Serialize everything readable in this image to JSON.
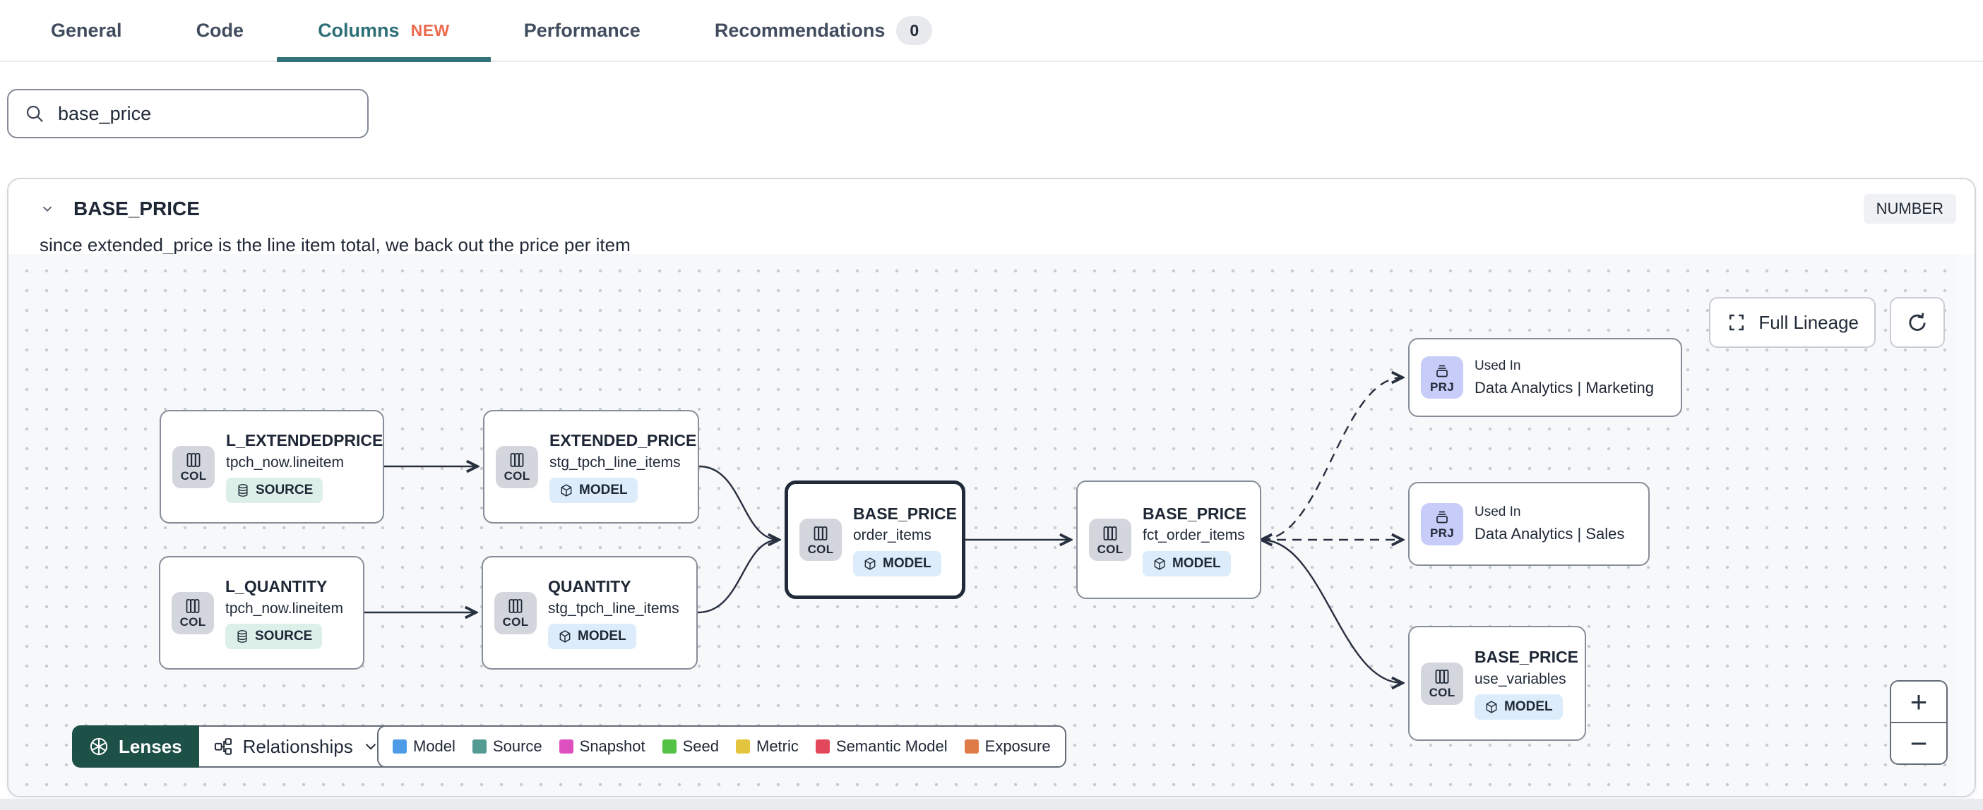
{
  "tabs": {
    "items": [
      {
        "label": "General"
      },
      {
        "label": "Code"
      },
      {
        "label": "Columns",
        "new_badge": "NEW"
      },
      {
        "label": "Performance"
      },
      {
        "label": "Recommendations",
        "count": "0"
      }
    ]
  },
  "search": {
    "value": "base_price"
  },
  "column_panel": {
    "title": "BASE_PRICE",
    "type_badge": "NUMBER",
    "description": "since extended_price is the line item total, we back out the price per item"
  },
  "lineage": {
    "full_lineage_label": "Full Lineage",
    "nodes": [
      {
        "title": "L_EXTENDEDPRICE",
        "subtitle": "tpch_now.lineitem",
        "chip": "COL",
        "badge": "SOURCE"
      },
      {
        "title": "L_QUANTITY",
        "subtitle": "tpch_now.lineitem",
        "chip": "COL",
        "badge": "SOURCE"
      },
      {
        "title": "EXTENDED_PRICE",
        "subtitle": "stg_tpch_line_items",
        "chip": "COL",
        "badge": "MODEL"
      },
      {
        "title": "QUANTITY",
        "subtitle": "stg_tpch_line_items",
        "chip": "COL",
        "badge": "MODEL"
      },
      {
        "title": "BASE_PRICE",
        "subtitle": "order_items",
        "chip": "COL",
        "badge": "MODEL"
      },
      {
        "title": "BASE_PRICE",
        "subtitle": "fct_order_items",
        "chip": "COL",
        "badge": "MODEL"
      },
      {
        "kicker": "Used In",
        "title": "Data Analytics | Marketing",
        "chip": "PRJ"
      },
      {
        "kicker": "Used In",
        "title": "Data Analytics | Sales",
        "chip": "PRJ"
      },
      {
        "title": "BASE_PRICE",
        "subtitle": "use_variables",
        "chip": "COL",
        "badge": "MODEL"
      }
    ],
    "toolbar": {
      "lenses": "Lenses",
      "relationships": "Relationships"
    },
    "legend": [
      {
        "label": "Model",
        "color": "#4e9ce8"
      },
      {
        "label": "Source",
        "color": "#549b94"
      },
      {
        "label": "Snapshot",
        "color": "#de4fc0"
      },
      {
        "label": "Seed",
        "color": "#54c245"
      },
      {
        "label": "Metric",
        "color": "#e3c43c"
      },
      {
        "label": "Semantic Model",
        "color": "#e2485a"
      },
      {
        "label": "Exposure",
        "color": "#df7b46"
      }
    ],
    "zoom_controls": {
      "zoom_in": "+",
      "zoom_out": "−"
    }
  },
  "colors": {
    "active_tab_teal": "#2e6f77",
    "tab_underline_teal": "#32737b",
    "new_badge_orange": "#ec6a4e",
    "lenses_green": "#1d5046",
    "edge_color": "#27303f",
    "canvas_background": "#f7f8fa",
    "model_badge_bg": "#dcecfa",
    "source_badge_bg": "#dcf0e9",
    "prj_chip_bg": "#c7ccf8",
    "col_chip_bg": "#d3d6dd"
  },
  "icons": {
    "search": "magnifier",
    "collapse": "chevron-down",
    "column_chip": "table-columns",
    "project_chip": "archive-box",
    "source_badge": "database-cylinder",
    "model_badge": "cube",
    "full_lineage": "expand-corners",
    "refresh": "circular-arrow",
    "lenses": "aperture",
    "relationships": "hierarchy",
    "edges": "arrow"
  }
}
